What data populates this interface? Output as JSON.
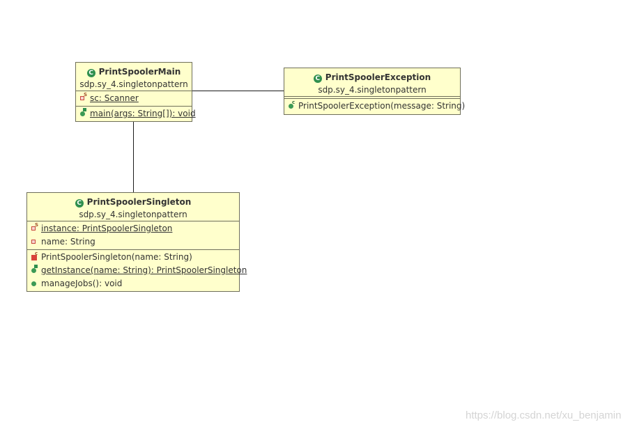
{
  "classes": {
    "main": {
      "name": "PrintSpoolerMain",
      "package": "sdp.sy_4.singletonpattern",
      "fields": [
        {
          "text": "sc: Scanner",
          "visibility": "private",
          "static": true
        }
      ],
      "methods": [
        {
          "text": "main(args: String[]): void",
          "visibility": "public",
          "static": true
        }
      ]
    },
    "exception": {
      "name": "PrintSpoolerException",
      "package": "sdp.sy_4.singletonpattern",
      "fields": [],
      "methods": [
        {
          "text": "PrintSpoolerException(message: String)",
          "visibility": "public",
          "constructor": true
        }
      ]
    },
    "singleton": {
      "name": "PrintSpoolerSingleton",
      "package": "sdp.sy_4.singletonpattern",
      "fields": [
        {
          "text": "instance: PrintSpoolerSingleton",
          "visibility": "private",
          "static": true
        },
        {
          "text": "name: String",
          "visibility": "private",
          "static": false
        }
      ],
      "methods": [
        {
          "text": "PrintSpoolerSingleton(name: String)",
          "visibility": "private",
          "constructor": true
        },
        {
          "text": "getInstance(name: String): PrintSpoolerSingleton",
          "visibility": "public",
          "static": true
        },
        {
          "text": "manageJobs(): void",
          "visibility": "public",
          "static": false
        }
      ]
    }
  },
  "icons": {
    "class": "class-icon",
    "private_field": "private-field-icon",
    "private_method": "private-method-icon",
    "public_method": "public-method-icon"
  },
  "colors": {
    "class_fill": "#ffffcc",
    "class_border": "#6e6e5a",
    "class_icon": "#2f8f4e",
    "private": "#d9433a",
    "public": "#3c9a55"
  },
  "watermark": "https://blog.csdn.net/xu_benjamin"
}
